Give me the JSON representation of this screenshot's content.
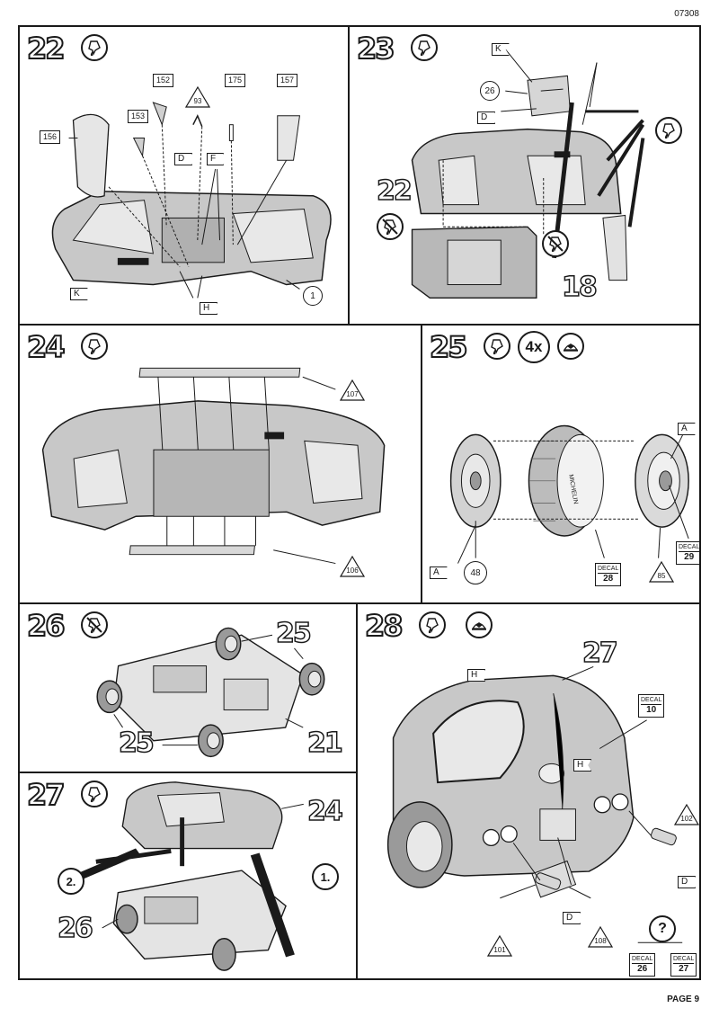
{
  "header": {
    "doc_code": "07308"
  },
  "footer": {
    "page": "PAGE 9"
  },
  "steps": {
    "s22": {
      "number": "22",
      "parts": {
        "p152": "152",
        "p153": "153",
        "p156": "156",
        "p157": "157",
        "p175": "175",
        "p93": "93",
        "p1": "1"
      },
      "points": {
        "D": "D",
        "F": "F",
        "K": "K",
        "H": "H"
      }
    },
    "s23": {
      "number": "23",
      "parts": {
        "p26": "26"
      },
      "points": {
        "K": "K",
        "D": "D"
      },
      "callouts": {
        "c22": "22",
        "c18": "18"
      }
    },
    "s24": {
      "number": "24",
      "parts": {
        "p107": "107",
        "p106": "106"
      }
    },
    "s25": {
      "number": "25",
      "quantity": "4x",
      "parts": {
        "p48": "48",
        "p85": "85"
      },
      "points": {
        "A1": "A",
        "A2": "A"
      },
      "tire_text": "MICHELIN",
      "decals": [
        {
          "label": "DECAL",
          "num": "28"
        },
        {
          "label": "DECAL",
          "num": "29"
        }
      ]
    },
    "s26": {
      "number": "26",
      "callouts": {
        "c25a": "25",
        "c25b": "25",
        "c21": "21"
      }
    },
    "s27": {
      "number": "27",
      "callouts": {
        "c24": "24",
        "c26": "26"
      },
      "order": {
        "first": "1.",
        "second": "2."
      }
    },
    "s28": {
      "number": "28",
      "callouts": {
        "c27": "27"
      },
      "parts": {
        "p102": "102",
        "p101": "101",
        "p108": "108"
      },
      "points": {
        "H1": "H",
        "H2": "H",
        "D1": "D",
        "D2": "D"
      },
      "question": "?",
      "decals": [
        {
          "label": "DECAL",
          "num": "10"
        },
        {
          "label": "DECAL",
          "num": "26"
        },
        {
          "label": "DECAL",
          "num": "27"
        }
      ]
    }
  },
  "colors": {
    "ink": "#1a1a1a",
    "part_gray": "#c8c8c8",
    "shade": "#9a9a9a"
  },
  "icons": [
    "glue-icon",
    "no-glue-icon",
    "paint-icon",
    "decal-icon"
  ]
}
